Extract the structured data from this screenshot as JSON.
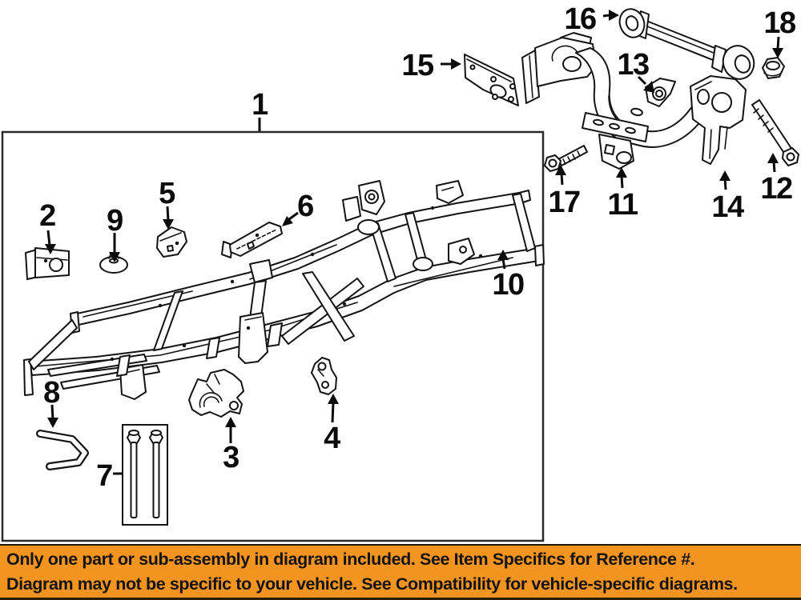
{
  "banner": {
    "line1": "Only one part or sub-assembly in diagram included. See Item Specifics for Reference #.",
    "line2": "Diagram may not be specific to your vehicle. See Compatibility for vehicle-specific diagrams.",
    "background_color": "#F2941F",
    "text_color": "#131313"
  },
  "diagram": {
    "type": "exploded-parts-line-drawing",
    "subject": "truck frame and crossmember parts diagram",
    "line_color": "#141414",
    "background_color": "#ffffff",
    "callouts": [
      "1",
      "2",
      "3",
      "4",
      "5",
      "6",
      "7",
      "8",
      "9",
      "10",
      "11",
      "12",
      "13",
      "14",
      "15",
      "16",
      "17",
      "18"
    ]
  }
}
